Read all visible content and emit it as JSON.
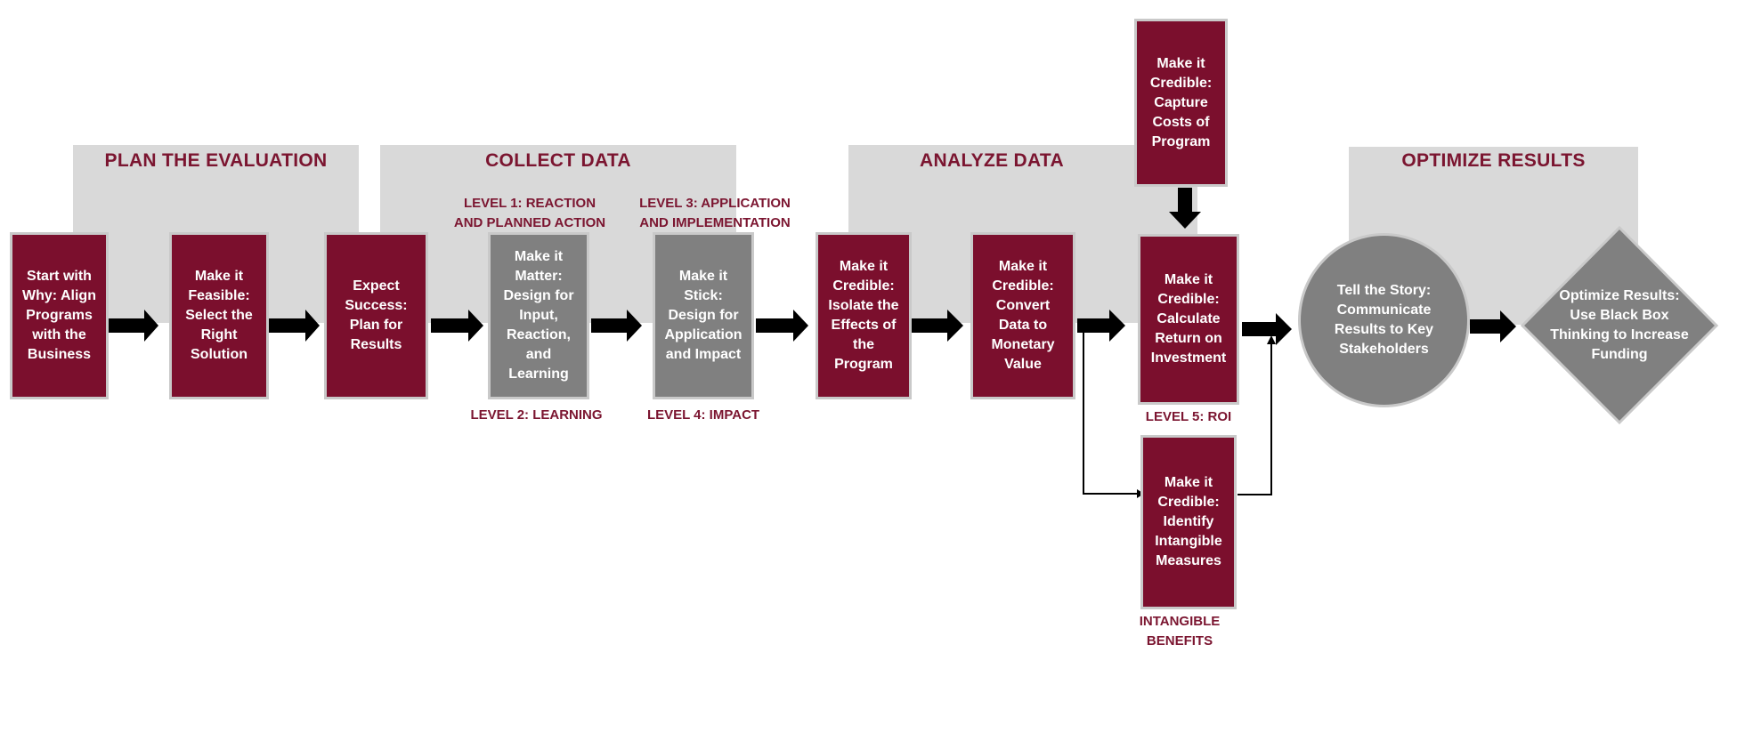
{
  "phases": {
    "plan": "PLAN THE EVALUATION",
    "collect": "COLLECT DATA",
    "analyze": "ANALYZE DATA",
    "optimize": "OPTIMIZE RESULTS"
  },
  "steps": {
    "start": "Start with Why: Align Programs with the Business",
    "feasible": "Make it Feasible: Select the Right Solution",
    "expect": "Expect Success: Plan for Results",
    "matter": "Make it Matter: Design for Input, Reaction, and Learning",
    "stick": "Make it Stick: Design for Application and Impact",
    "isolate": "Make it Credible: Isolate the Effects of the Program",
    "convert": "Make it Credible: Convert Data to Monetary Value",
    "costs": "Make it Credible: Capture Costs of Program",
    "roi": "Make it Credible: Calculate Return on Investment",
    "intangible": "Make it Credible: Identify Intangible Measures",
    "story": "Tell the Story: Communicate Results to Key Stakeholders",
    "optimize": "Optimize Results: Use Black Box Thinking to Increase Funding"
  },
  "levels": {
    "level1_line1": "LEVEL 1: REACTION",
    "level1_line2": "AND PLANNED ACTION",
    "level2": "LEVEL 2: LEARNING",
    "level3_line1": "LEVEL 3: APPLICATION",
    "level3_line2": "AND IMPLEMENTATION",
    "level4": "LEVEL 4: IMPACT",
    "level5": "LEVEL 5: ROI",
    "intangible_line1": "INTANGIBLE",
    "intangible_line2": "BENEFITS"
  },
  "colors": {
    "maroon": "#7b0f2d",
    "grey": "#808080",
    "phase_band": "#d9d9d9",
    "label": "#7b1530"
  }
}
